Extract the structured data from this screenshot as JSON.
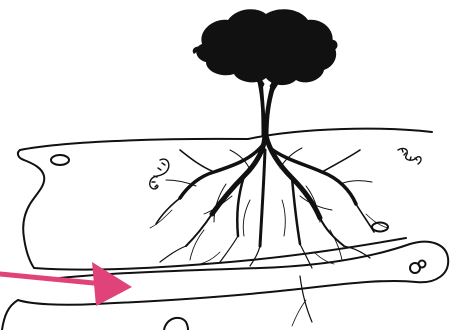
{
  "diagram": {
    "elements": [
      {
        "name": "tree",
        "icon": "tree-icon"
      },
      {
        "name": "soil-layer-upper",
        "icon": "soil-band"
      },
      {
        "name": "soil-layer-lower",
        "icon": "soil-band"
      },
      {
        "name": "earthworm-left",
        "icon": "worm-icon"
      },
      {
        "name": "earthworm-right",
        "icon": "worm-icon"
      },
      {
        "name": "pebbles",
        "icon": "stone-icon"
      },
      {
        "name": "arrow-pointer",
        "icon": "arrow-right-icon"
      }
    ],
    "colors": {
      "ink": "#111111",
      "arrow": "#e0427a",
      "background": "#ffffff"
    }
  }
}
